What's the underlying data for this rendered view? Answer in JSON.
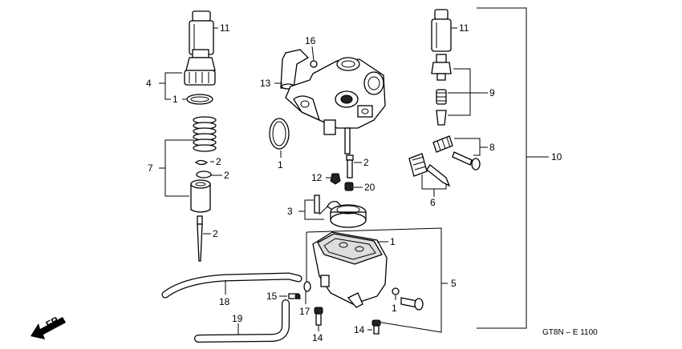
{
  "diagram": {
    "drawing_code": "GT8N – E 1100",
    "direction": "FR.",
    "callouts": [
      {
        "ref": "top-left-jet",
        "text": "11"
      },
      {
        "ref": "top-right-jet",
        "text": "11"
      },
      {
        "ref": "cap-assembly",
        "text": "4"
      },
      {
        "ref": "cap-oring",
        "text": "1"
      },
      {
        "ref": "slide-assembly",
        "text": "7"
      },
      {
        "ref": "slide-clip-upper",
        "text": "2"
      },
      {
        "ref": "slide-clip-lower",
        "text": "2"
      },
      {
        "ref": "needle",
        "text": "2"
      },
      {
        "ref": "choke-hose",
        "text": "13"
      },
      {
        "ref": "hose-clip",
        "text": "16"
      },
      {
        "ref": "body-oring",
        "text": "1"
      },
      {
        "ref": "main-jet-screw",
        "text": "2"
      },
      {
        "ref": "slow-jet",
        "text": "12"
      },
      {
        "ref": "needle-jet",
        "text": "20"
      },
      {
        "ref": "float-set",
        "text": "3"
      },
      {
        "ref": "float-gasket",
        "text": "1"
      },
      {
        "ref": "float-chamber",
        "text": "5"
      },
      {
        "ref": "drain-oring",
        "text": "1"
      },
      {
        "ref": "idle-screw-set",
        "text": "8"
      },
      {
        "ref": "jet-needle-set",
        "text": "9"
      },
      {
        "ref": "pilot-screw-set",
        "text": "6"
      },
      {
        "ref": "repair-kit",
        "text": "10"
      },
      {
        "ref": "drain-tube",
        "text": "18"
      },
      {
        "ref": "overflow-tube",
        "text": "19"
      },
      {
        "ref": "chamber-screw",
        "text": "15"
      },
      {
        "ref": "chamber-plug",
        "text": "17"
      },
      {
        "ref": "screw-left",
        "text": "14"
      },
      {
        "ref": "screw-right",
        "text": "14"
      }
    ]
  }
}
